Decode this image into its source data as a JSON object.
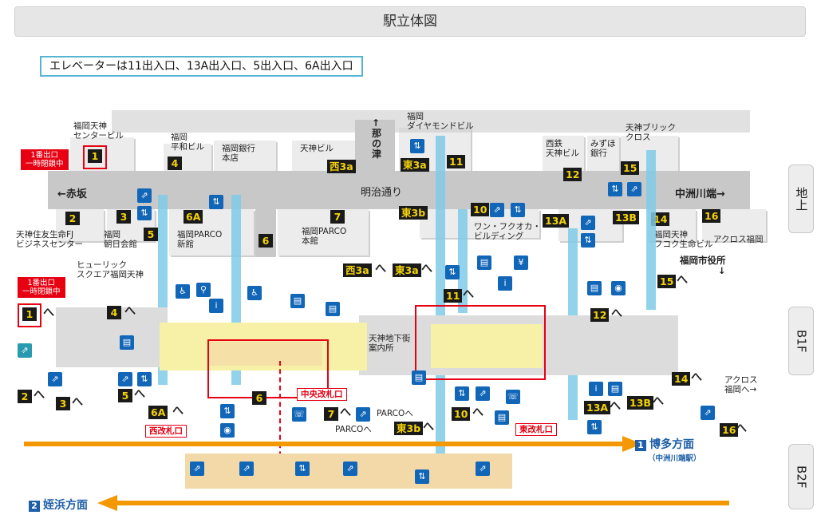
{
  "header": {
    "title": "駅立体図"
  },
  "notice": "エレベーターは11出入口、13A出入口、5出入口、6A出入口",
  "levels": {
    "ground": "地上",
    "b1": "B1F",
    "b2": "B2F"
  },
  "streets": {
    "main": "明治通り",
    "west": "←赤坂",
    "east": "中洲川端→",
    "north": "↑\n那\nの\n津"
  },
  "buildings": {
    "fukuoka_tenjin_center": "福岡天神\nセンタービル",
    "heiwa": "福岡\n平和ビル",
    "ginko": "福岡銀行\n本店",
    "tenjin_bldg": "天神ビル",
    "diamond": "福岡\nダイヤモンドビル",
    "nishitetsu": "西鉄\n天神ビル",
    "mizuho": "みずほ\n銀行",
    "bric": "天神ブリック\nクロス",
    "sumitomo": "天神住友生命FJ\nビジネスセンター",
    "asahi": "福岡\n朝日会館",
    "parco_new": "福岡PARCO\n新館",
    "parco_main": "福岡PARCO\n本館",
    "wan_fukuoka": "ワン・フクオカ・\nビルディング",
    "fukoku": "福岡天神\nフコク生命ビル",
    "across": "アクロス福岡",
    "city_hall": "福岡市役所\n↓",
    "hulic": "ヒューリック\nスクエア福岡天神",
    "across_b1": "アクロス\n福岡へ→",
    "parco_to": "PARCOへ",
    "parco_to2": "PARCOへ",
    "info": "天神地下街\n案内所"
  },
  "closed": {
    "label": "1番出口\n一時閉鎖中"
  },
  "exits": {
    "e1": "1",
    "e2": "2",
    "e3": "3",
    "e4": "4",
    "e5": "5",
    "e6": "6",
    "e6a": "6A",
    "e7": "7",
    "w3a": "西3a",
    "e3a": "東3a",
    "e3b": "東3b",
    "e10": "10",
    "e11": "11",
    "e12": "12",
    "e13a": "13A",
    "e13b": "13B",
    "e14": "14",
    "e15": "15",
    "e16": "16"
  },
  "gates": {
    "west": "西改札口",
    "center": "中央改札口",
    "east": "東改札口"
  },
  "directions": {
    "hakata": {
      "num": "1",
      "label": "博多方面",
      "sub": "（中洲川端駅）"
    },
    "meinohama": {
      "num": "2",
      "label": "姪浜方面"
    }
  },
  "colors": {
    "closed": "#e60012",
    "exit_bg": "#1a1a1a",
    "exit_fg": "#f3d20a",
    "icon": "#1166b8",
    "direction": "#1d5fa8",
    "route_arrow": "#f39800"
  }
}
